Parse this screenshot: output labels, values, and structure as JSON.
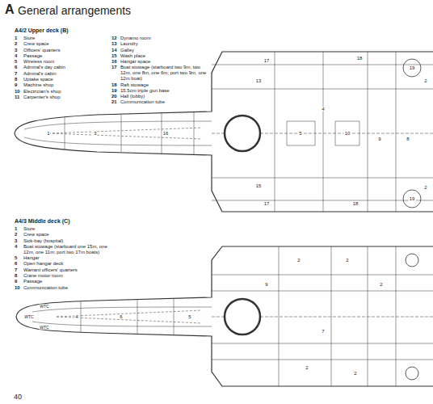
{
  "diagram": {
    "title": "General arrangements",
    "labels": [
      "A",
      "A4/2 Upper deck (B)",
      "1",
      "Store",
      "2",
      "Crew space",
      "3",
      "Officers' quarters",
      "4",
      "Passage",
      "5",
      "Wireless room",
      "6",
      "Admiral's day cabin",
      "7",
      "Admiral's cabin",
      "8",
      "Uptake space",
      "9",
      "Machine shop",
      "10",
      "Electrician's shop",
      "11",
      "Carpenter's shop",
      "12",
      "Dynamo room",
      "13",
      "Laundry",
      "14",
      "Galley",
      "15",
      "Wash place",
      "16",
      "Hangar space",
      "17",
      "Boat stowage (starboard two 9m, two 12m, one 8m, one 6m; port two 9m, one 12m boat)",
      "18",
      "Raft stowage",
      "19",
      "15.5cm triple gun base",
      "20",
      "Hall (lobby)",
      "21",
      "Communication tube",
      "A4/3 Middle deck (C)",
      "1",
      "Store",
      "2",
      "Crew space",
      "3",
      "Sick-bay (hospital)",
      "4",
      "Boat stowage (starboard one 15m, one 12m, one 11m; port two 17m boats)",
      "5",
      "Hangar",
      "6",
      "Open hangar deck",
      "7",
      "Warrant officers' quarters",
      "8",
      "Crane motor room",
      "9",
      "Passage",
      "10",
      "Communication tube",
      "17",
      "18",
      "19",
      "2",
      "13",
      "16",
      "5",
      "10",
      "9",
      "8",
      "15",
      "17",
      "18",
      "19",
      "2",
      "4",
      "1",
      "3",
      "2",
      "2",
      "2",
      "2",
      "2",
      "5",
      "6",
      "4",
      "9",
      "7",
      "WTC",
      "WTC",
      "WTC",
      "40"
    ]
  }
}
